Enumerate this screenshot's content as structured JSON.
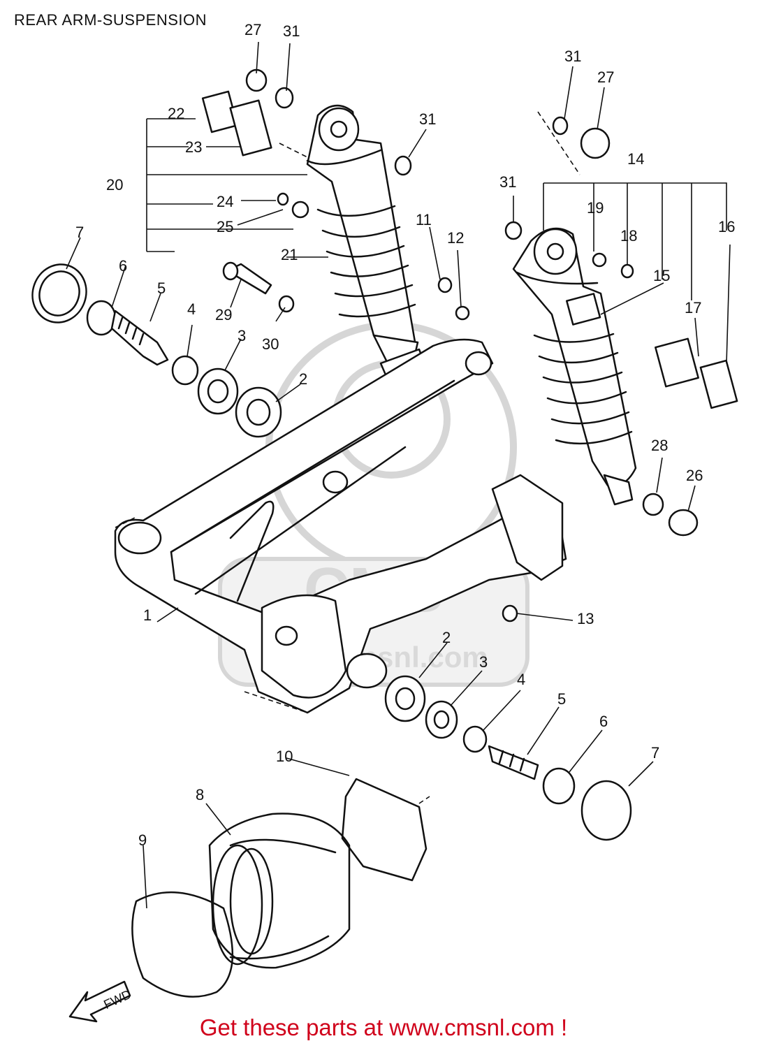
{
  "title": "REAR ARM-SUSPENSION",
  "footer": "Get these parts at www.cmsnl.com !",
  "watermark": {
    "brand": "CMS",
    "url": "www.cmsnl.com"
  },
  "fwd_label": "FWD",
  "callouts": [
    "27",
    "31",
    "31",
    "22",
    "23",
    "20",
    "24",
    "25",
    "21",
    "31",
    "27",
    "14",
    "31",
    "19",
    "18",
    "16",
    "15",
    "17",
    "11",
    "12",
    "7",
    "6",
    "5",
    "4",
    "29",
    "30",
    "3",
    "2",
    "28",
    "26",
    "1",
    "13",
    "2",
    "3",
    "4",
    "5",
    "6",
    "7",
    "10",
    "8",
    "9"
  ],
  "colors": {
    "footer": "#d0021b",
    "ink": "#111111",
    "watermark": "#d6d6d6"
  }
}
